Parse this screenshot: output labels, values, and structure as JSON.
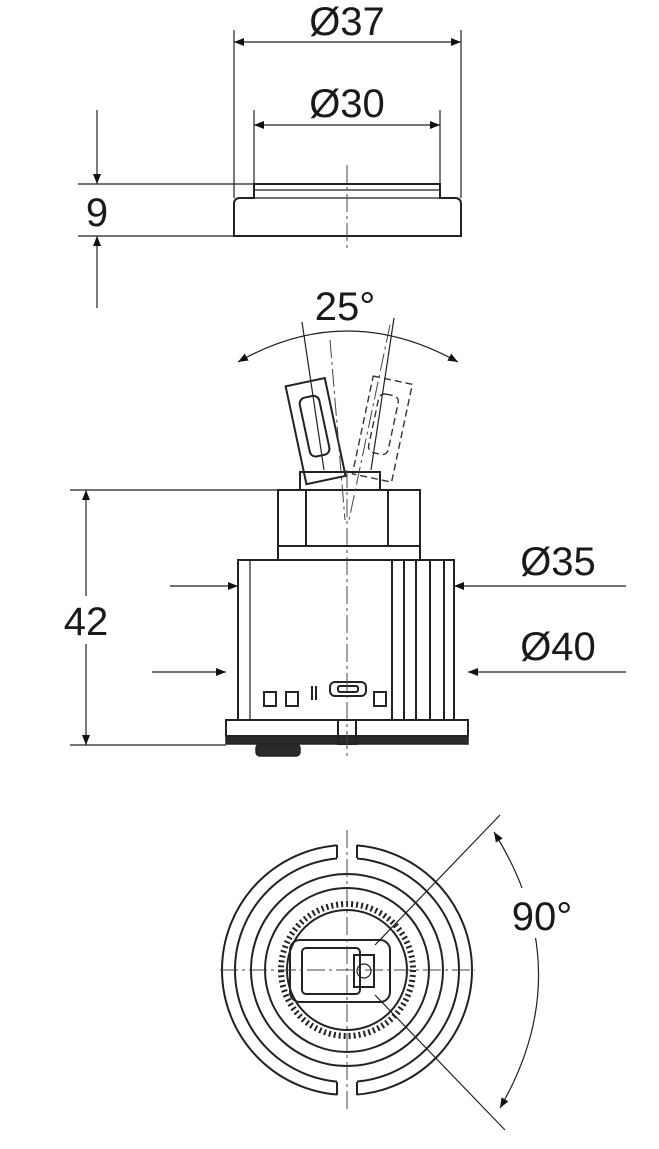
{
  "dimensions": {
    "cap_outer_diameter": "Ø37",
    "cap_inner_diameter": "Ø30",
    "cap_height": "9",
    "lever_angle": "25°",
    "cartridge_height": "42",
    "body_diameter": "Ø35",
    "base_diameter": "Ø40",
    "rotation_angle": "90°"
  },
  "colors": {
    "line": "#222222",
    "background": "#ffffff"
  }
}
